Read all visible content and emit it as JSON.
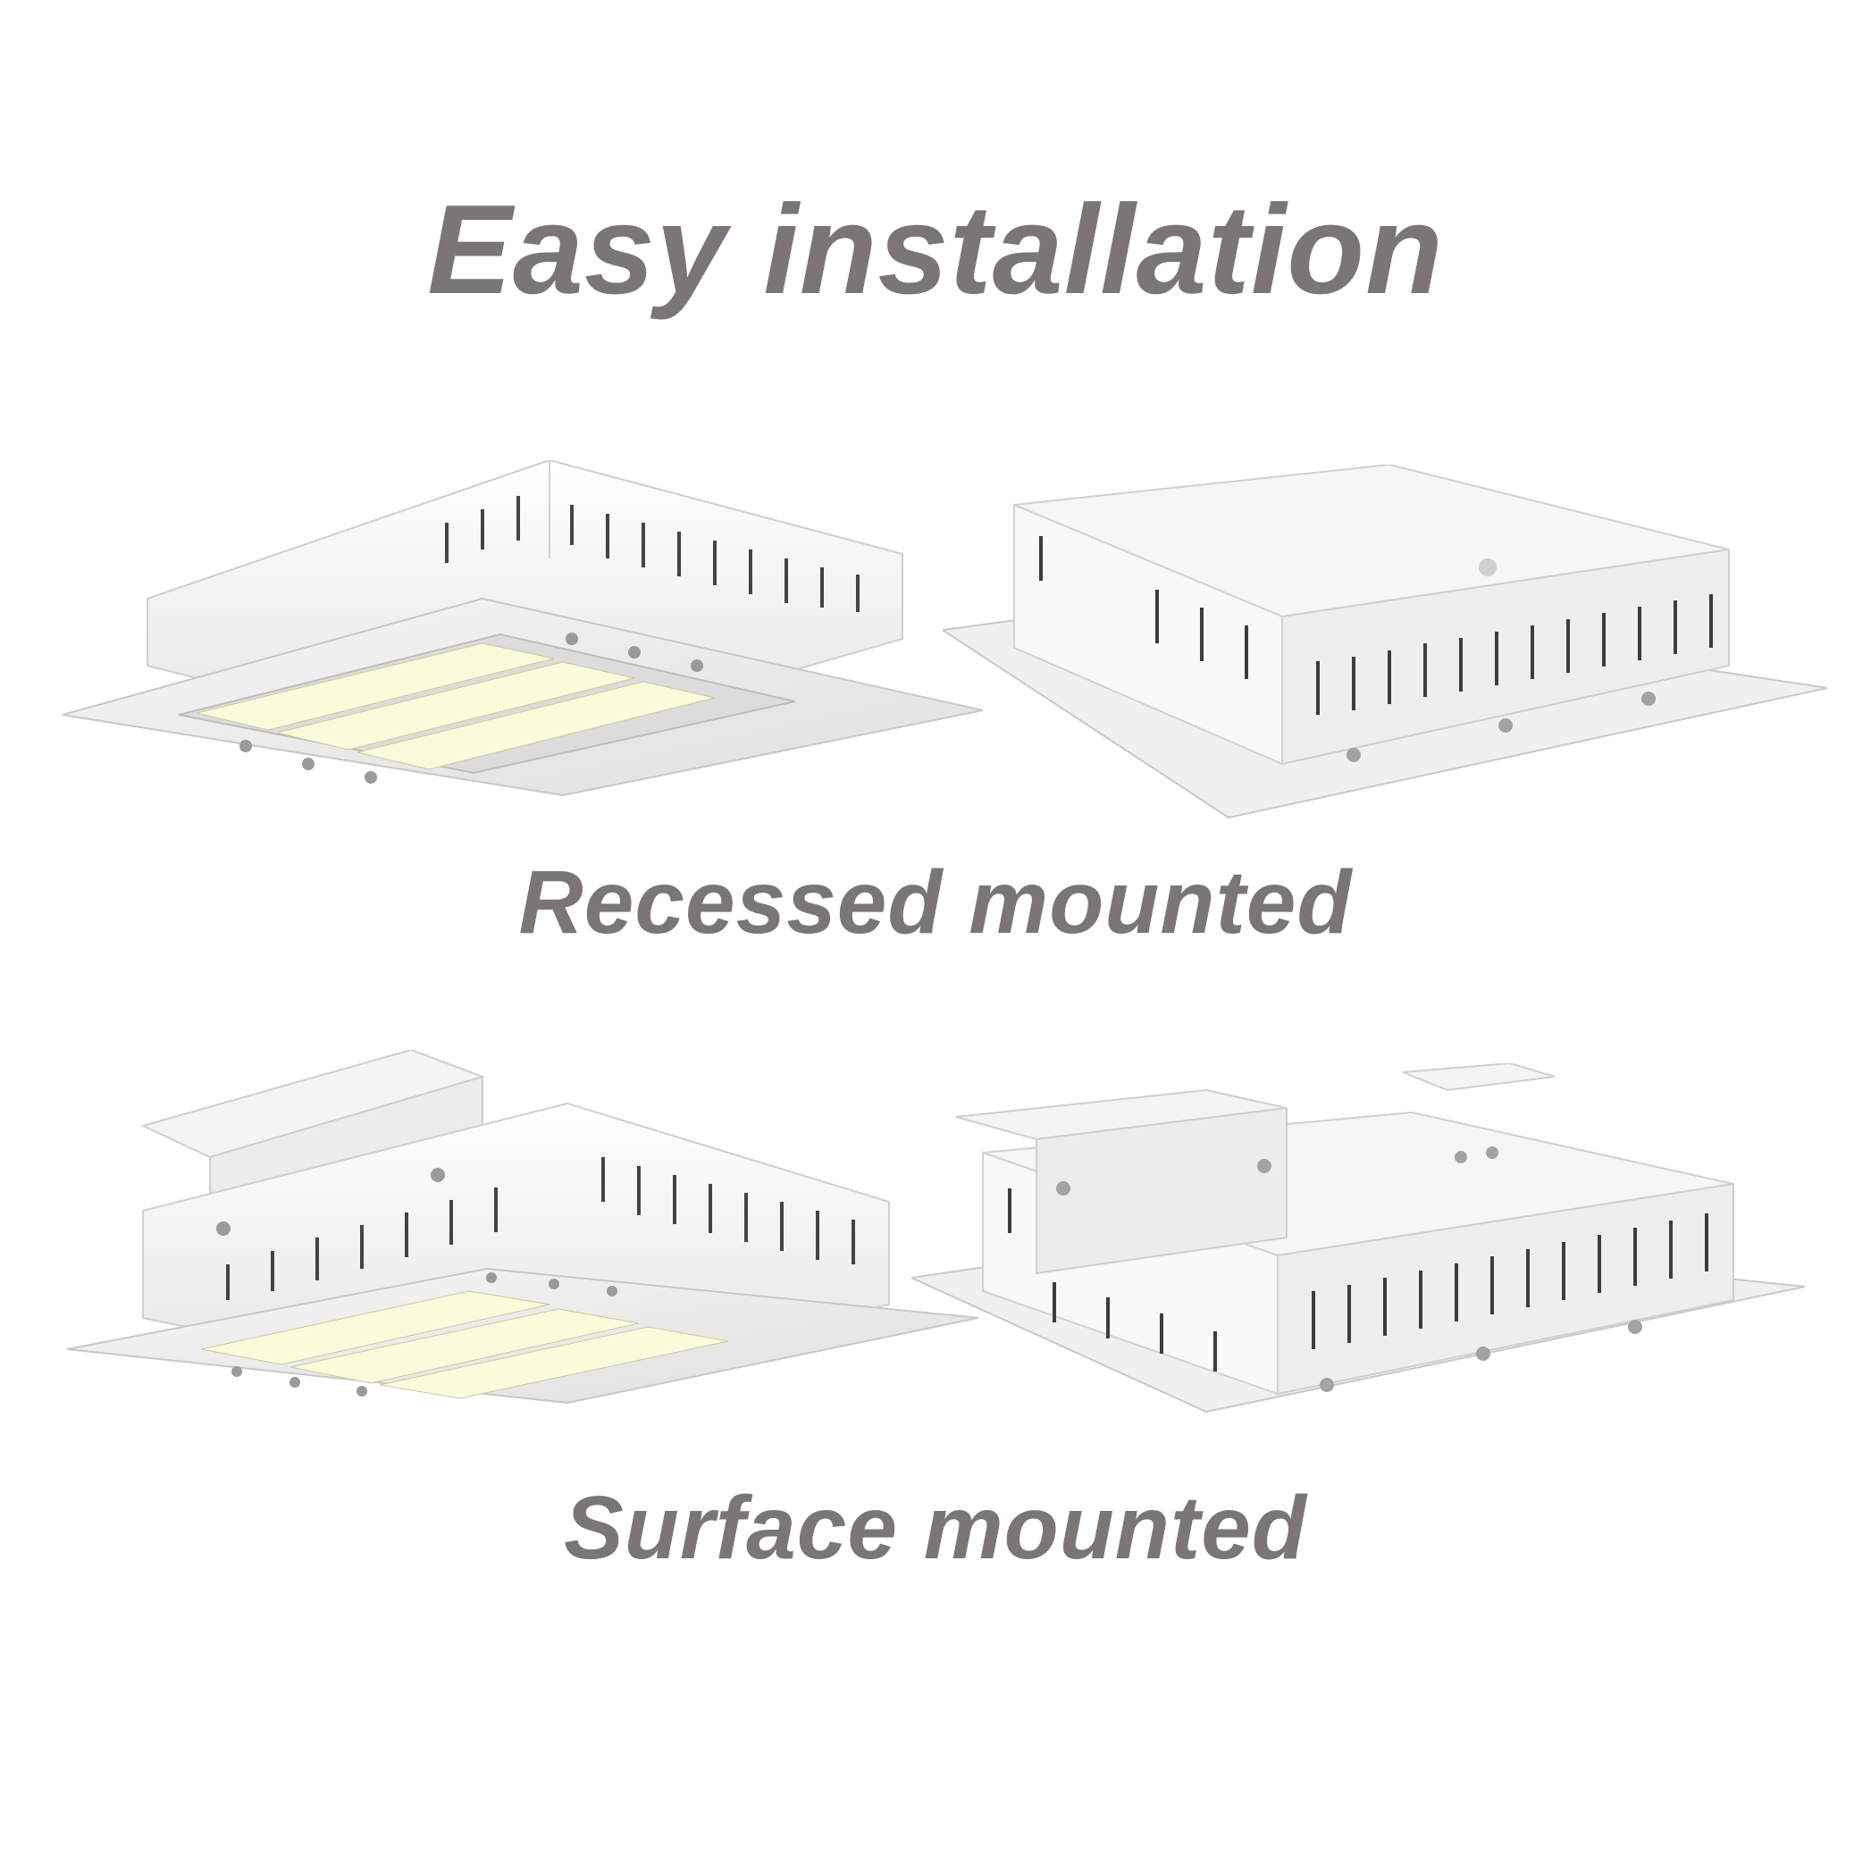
{
  "title": "Easy installation",
  "sections": [
    {
      "caption": "Recessed mounted"
    },
    {
      "caption": "Surface mounted"
    }
  ],
  "colors": {
    "heading_text": "#7a7676",
    "housing": "#f3f3f3",
    "housing_shadow": "#d9d9d9",
    "led_chip": "#fbfbdc"
  },
  "illustrations": [
    "recessed-light-bottom-view",
    "recessed-light-top-view",
    "surface-light-bottom-view",
    "surface-light-top-view"
  ]
}
